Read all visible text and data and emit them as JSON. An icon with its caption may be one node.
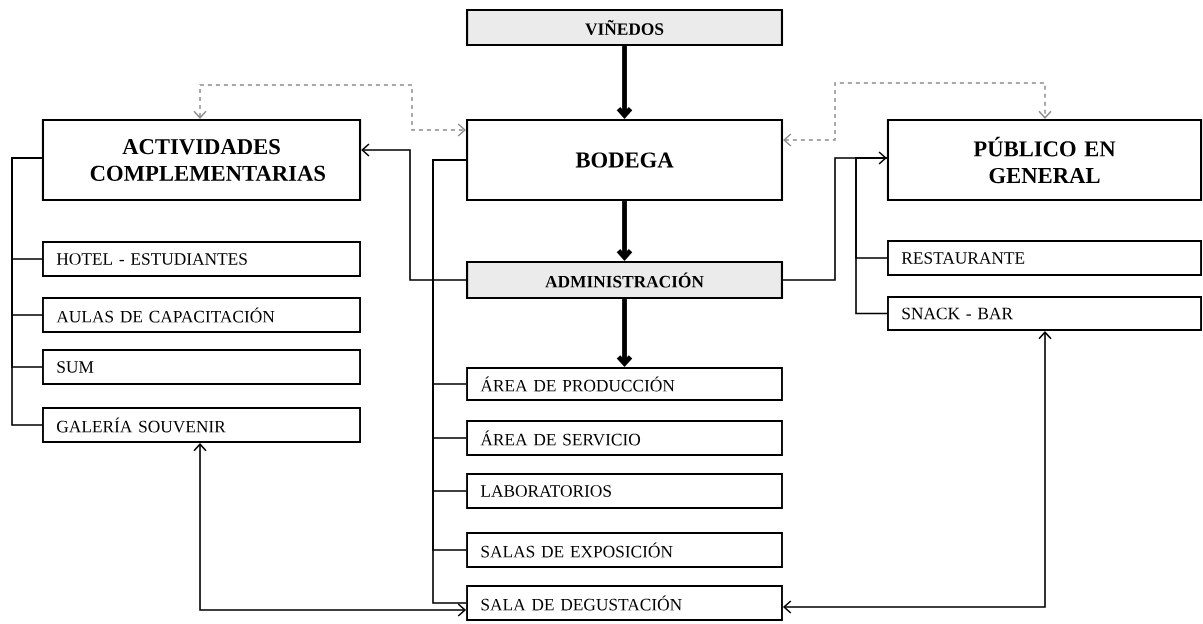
{
  "diagram": {
    "nodes": [
      {
        "text": [
          "VIÑEDOS"
        ]
      },
      {
        "text": [
          "ACTIVIDADES COMPLEMENTARIAS"
        ]
      },
      {
        "text": [
          "BODEGA"
        ]
      },
      {
        "text": [
          "PÚBLICO EN GENERAL"
        ]
      },
      {
        "text": [
          "HOTEL - ESTUDIANTES"
        ]
      },
      {
        "text": [
          "ADMINISTRACIÓN"
        ]
      },
      {
        "text": [
          "RESTAURANTE"
        ]
      },
      {
        "text": [
          "AULAS DE CAPACITACIÓN"
        ]
      },
      {
        "text": [
          "SNACK - BAR"
        ]
      },
      {
        "text": [
          "SUM"
        ]
      },
      {
        "text": [
          "ÁREA DE PRODUCCIÓN"
        ]
      },
      {
        "text": [
          "GALERÍA SOUVENIR"
        ]
      },
      {
        "text": [
          "ÁREA DE SERVICIO"
        ]
      },
      {
        "text": [
          "LABORATORIOS"
        ]
      },
      {
        "text": [
          "SALAS DE EXPOSICIÓN"
        ]
      },
      {
        "text": [
          "SALA DE DEGUSTACIÓN"
        ]
      }
    ],
    "edges": [
      {
        "from": 0,
        "to": 2,
        "arrow": "to",
        "style": "thick"
      },
      {
        "from": 2,
        "to": 5,
        "arrow": "to",
        "style": "thick"
      },
      {
        "from": 5,
        "to": 10,
        "arrow": "to",
        "style": "thick"
      },
      {
        "from": 5,
        "to": 1,
        "arrow": "to"
      },
      {
        "from": 5,
        "to": 3,
        "arrow": "to"
      },
      {
        "from": 1,
        "to": 2,
        "arrow": "both",
        "style": "dashed",
        "color": "#8c8c8c"
      },
      {
        "from": 2,
        "to": 3,
        "arrow": "both",
        "style": "dashed",
        "color": "#8c8c8c"
      },
      {
        "from": 1,
        "to": 4,
        "arrow": "none"
      },
      {
        "from": 1,
        "to": 7,
        "arrow": "none"
      },
      {
        "from": 1,
        "to": 9,
        "arrow": "none"
      },
      {
        "from": 1,
        "to": 11,
        "arrow": "none"
      },
      {
        "from": 2,
        "to": 10,
        "arrow": "none"
      },
      {
        "from": 2,
        "to": 12,
        "arrow": "none"
      },
      {
        "from": 2,
        "to": 13,
        "arrow": "none"
      },
      {
        "from": 2,
        "to": 14,
        "arrow": "none"
      },
      {
        "from": 2,
        "to": 15,
        "arrow": "none"
      },
      {
        "from": 3,
        "to": 6,
        "arrow": "none"
      },
      {
        "from": 3,
        "to": 8,
        "arrow": "none"
      },
      {
        "from": 11,
        "to": 15,
        "arrow": "both"
      },
      {
        "from": 8,
        "to": 15,
        "arrow": "both"
      }
    ]
  }
}
